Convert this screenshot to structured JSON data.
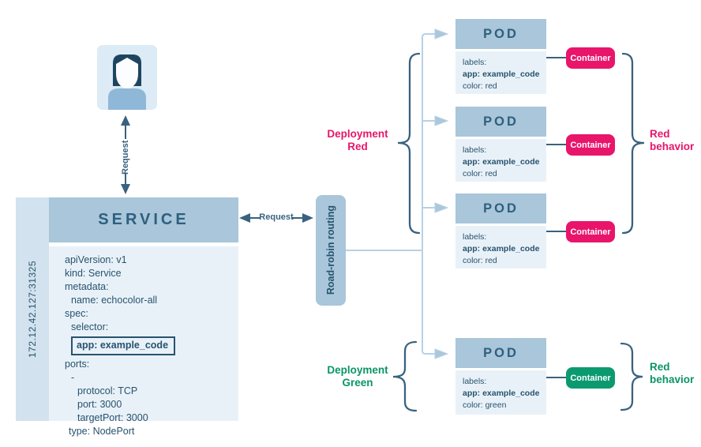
{
  "palette": {
    "navy_text": "#27536f",
    "title_navy": "#2f5f7e",
    "navy_line": "#39627f",
    "pink": "#e8156b",
    "green": "#0b9a70",
    "green_text": "#0a9467",
    "header_blue": "#a9c6da",
    "body_blue": "#e9f1f8",
    "strip_blue": "#d2e2ee",
    "line_blue": "#b7d1e5",
    "arrow_blue": "#aac7dc",
    "avatar_bg": "#dcebf5",
    "avatar_hair": "#1e4560",
    "avatar_body": "#8fb7d7"
  },
  "request_vertical": {
    "label": "Request"
  },
  "request_horizontal": {
    "label": "Request"
  },
  "service": {
    "title": "SERVICE",
    "address": "172.12.42.127:31325",
    "yaml": [
      {
        "text": "apiVersion: v1"
      },
      {
        "text": "kind: Service"
      },
      {
        "text": "metadata:"
      },
      {
        "text": "name: echocolor-all"
      },
      {
        "text": "spec:"
      },
      {
        "text": "selector:"
      },
      {
        "text": "app: example_code"
      },
      {
        "text": "ports:"
      },
      {
        "text": "-"
      },
      {
        "text": "protocol: TCP"
      },
      {
        "text": "port: 3000"
      },
      {
        "text": "targetPort: 3000"
      },
      {
        "text": "type: NodePort"
      }
    ]
  },
  "router": {
    "label": "Road-robin routing"
  },
  "pods": [
    {
      "title": "POD",
      "labels_line": "labels:",
      "app_line": "app: example_code",
      "color_line": "color: red",
      "container": "Container"
    },
    {
      "title": "POD",
      "labels_line": "labels:",
      "app_line": "app: example_code",
      "color_line": "color: red",
      "container": "Container"
    },
    {
      "title": "POD",
      "labels_line": "labels:",
      "app_line": "app: example_code",
      "color_line": "color: red",
      "container": "Container"
    },
    {
      "title": "POD",
      "labels_line": "labels:",
      "app_line": "app: example_code",
      "color_line": "color: green",
      "container": "Container"
    }
  ],
  "groups": {
    "deployment_red": {
      "line1": "Deployment",
      "line2": "Red"
    },
    "behavior_red": {
      "line1": "Red",
      "line2": "behavior"
    },
    "deployment_green": {
      "line1": "Deployment",
      "line2": "Green"
    },
    "behavior_green": {
      "line1": "Red",
      "line2": "behavior"
    }
  }
}
